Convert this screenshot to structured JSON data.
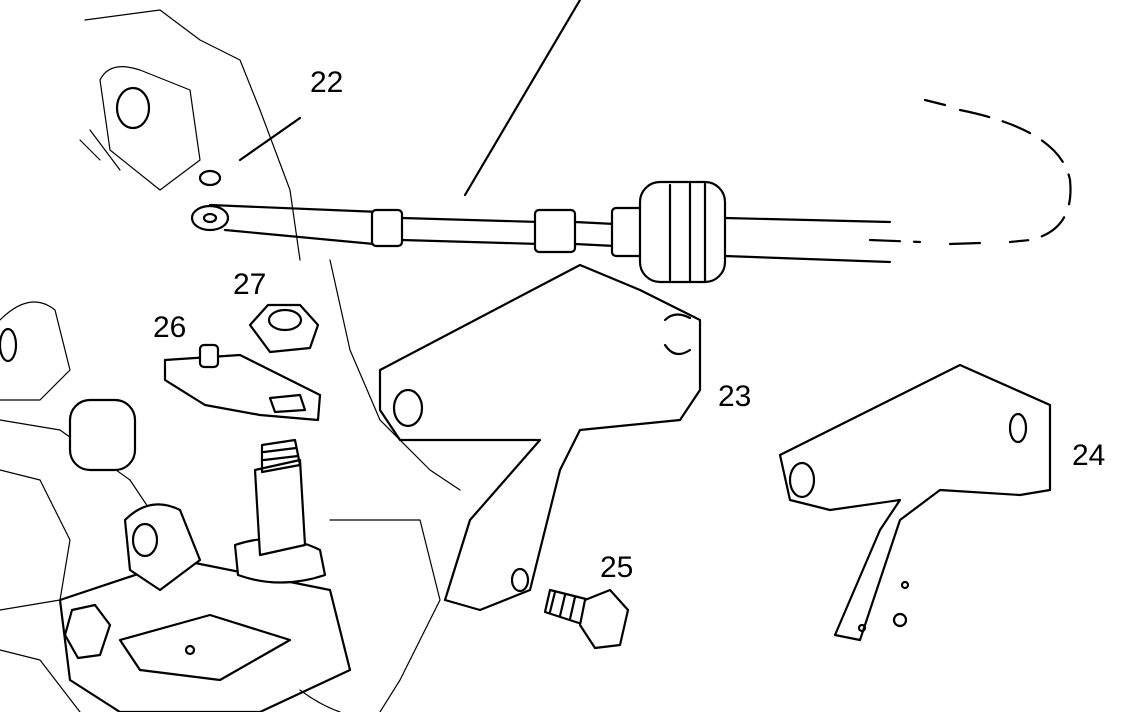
{
  "diagram": {
    "colors": {
      "line": "#000000",
      "background": "#ffffff"
    },
    "callouts": [
      {
        "id": "22",
        "label": "22",
        "part": "cable-clip"
      },
      {
        "id": "27",
        "label": "27",
        "part": "nut"
      },
      {
        "id": "26",
        "label": "26",
        "part": "lever-plate"
      },
      {
        "id": "23",
        "label": "23",
        "part": "cable-bracket"
      },
      {
        "id": "24",
        "label": "24",
        "part": "cable-bracket-alt"
      },
      {
        "id": "25",
        "label": "25",
        "part": "bolt"
      }
    ]
  }
}
